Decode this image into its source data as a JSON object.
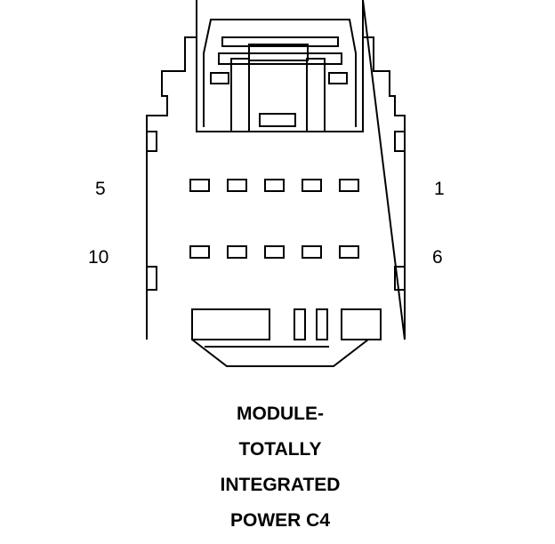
{
  "connector": {
    "pin_labels": {
      "top_left": "5",
      "top_right": "1",
      "bottom_left": "10",
      "bottom_right": "6"
    },
    "cavity_rows": 2,
    "cavities_per_row": 5,
    "line_color": "#000000",
    "background_color": "#ffffff"
  },
  "caption": {
    "lines": [
      "MODULE-",
      "TOTALLY",
      "INTEGRATED",
      "POWER C4"
    ]
  }
}
